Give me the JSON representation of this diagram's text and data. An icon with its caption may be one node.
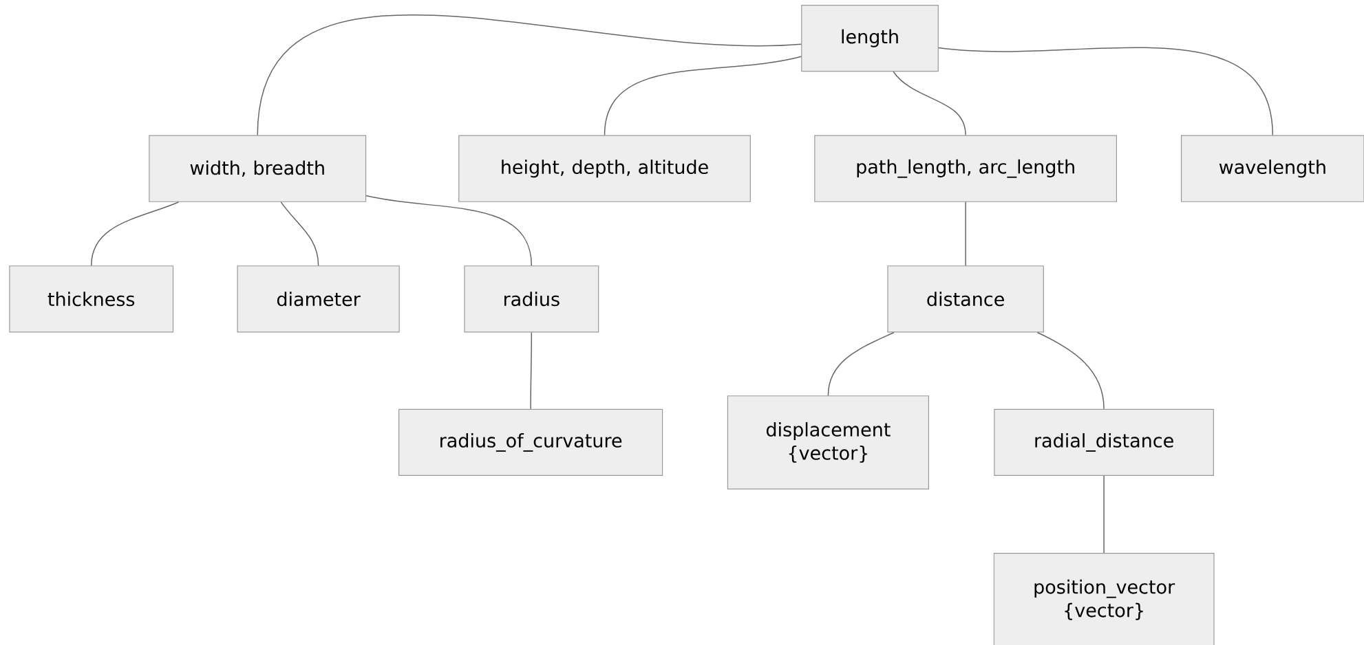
{
  "diagram": {
    "nodes": [
      {
        "text": [
          "length"
        ]
      },
      {
        "text": [
          "width, breadth"
        ]
      },
      {
        "text": [
          "height, depth, altitude"
        ]
      },
      {
        "text": [
          "path_length, arc_length"
        ]
      },
      {
        "text": [
          "wavelength"
        ]
      },
      {
        "text": [
          "thickness"
        ]
      },
      {
        "text": [
          "diameter"
        ]
      },
      {
        "text": [
          "radius"
        ]
      },
      {
        "text": [
          "distance"
        ]
      },
      {
        "text": [
          "radius_of_curvature"
        ]
      },
      {
        "text": [
          "displacement {vector}"
        ]
      },
      {
        "text": [
          "radial_distance"
        ]
      },
      {
        "text": [
          "position_vector {vector}"
        ]
      }
    ],
    "edges": [
      {
        "from": 0,
        "to": 1,
        "arrow": "none"
      },
      {
        "from": 0,
        "to": 2,
        "arrow": "none"
      },
      {
        "from": 0,
        "to": 3,
        "arrow": "none"
      },
      {
        "from": 0,
        "to": 4,
        "arrow": "none"
      },
      {
        "from": 1,
        "to": 5,
        "arrow": "none"
      },
      {
        "from": 1,
        "to": 6,
        "arrow": "none"
      },
      {
        "from": 1,
        "to": 7,
        "arrow": "none"
      },
      {
        "from": 7,
        "to": 9,
        "arrow": "none"
      },
      {
        "from": 3,
        "to": 8,
        "arrow": "none"
      },
      {
        "from": 8,
        "to": 10,
        "arrow": "none"
      },
      {
        "from": 8,
        "to": 11,
        "arrow": "none"
      },
      {
        "from": 11,
        "to": 12,
        "arrow": "none"
      }
    ]
  }
}
